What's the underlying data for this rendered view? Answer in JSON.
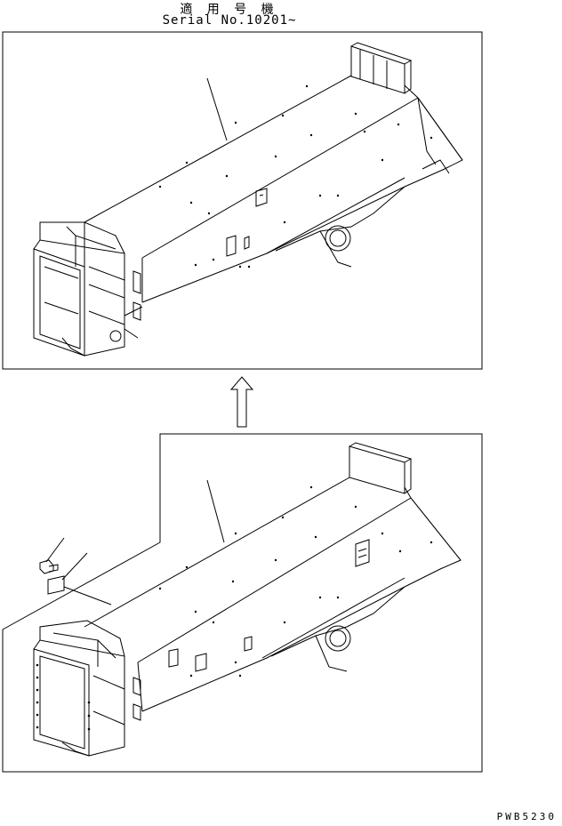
{
  "header": {
    "applicable_machine": "適 用 号 機",
    "serial": "Serial No.10201~"
  },
  "footer": {
    "drawing_code": "PWB5230"
  }
}
